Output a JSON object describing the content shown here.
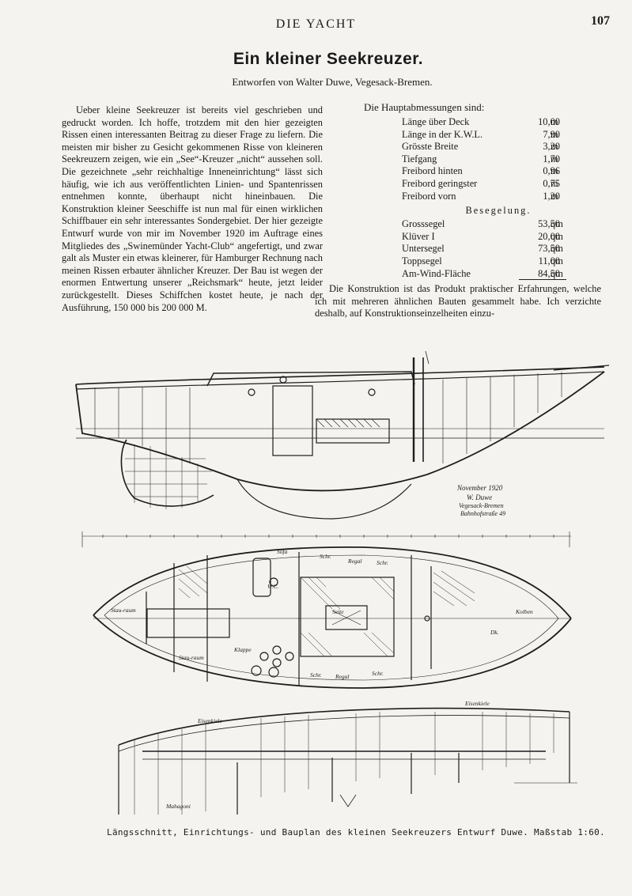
{
  "header": {
    "journal": "DIE YACHT",
    "page_number": "107"
  },
  "article": {
    "title": "Ein kleiner Seekreuzer.",
    "byline": "Entworfen von Walter Duwe, Vegesack-Bremen.",
    "intro": "Ueber kleine Seekreuzer ist bereits viel geschrieben und gedruckt worden. Ich hoffe, trotzdem mit den hier gezeigten Rissen einen interessanten Beitrag zu dieser Frage zu liefern. Die meisten mir bisher zu Gesicht gekommenen Risse von kleineren Seekreuzern zeigen, wie ein „See“-Kreuzer „nicht“ aussehen soll. Die gezeichnete „sehr reichhaltige Inneneinrichtung“ lässt sich häufig, wie ich aus veröffentlichten Linien- und Spantenrissen entnehmen konnte, überhaupt nicht hineinbauen. Die Konstruktion kleiner Seeschiffe ist nun mal für einen wirklichen Schiffbauer ein sehr interessantes Sondergebiet. Der hier gezeigte Entwurf wurde von mir im November 1920 im Auftrage eines Mitgliedes des „Swinemünder Yacht-Club“ angefertigt, und zwar galt als Muster ein etwas kleinerer, für Hamburger Rechnung nach meinen Rissen erbauter ähnlicher Kreuzer. Der Bau ist wegen der enormen Entwertung unserer „Reichsmark“ heute, jetzt leider zurückgestellt. Dieses Schiffchen kostet heute, je nach der Ausführung, 150 000 bis 200 000 M.",
    "dimensions_heading": "Die Hauptabmessungen sind:",
    "dimensions": [
      {
        "label": "Länge über Deck",
        "value": "10,00",
        "unit": "m"
      },
      {
        "label": "Länge in der K.W.L.",
        "value": "7,90",
        "unit": "m"
      },
      {
        "label": "Grösste Breite",
        "value": "3,20",
        "unit": "m"
      },
      {
        "label": "Tiefgang",
        "value": "1,70",
        "unit": "m"
      },
      {
        "label": "Freibord hinten",
        "value": "0,96",
        "unit": "m"
      },
      {
        "label": "Freibord geringster",
        "value": "0,75",
        "unit": "m"
      },
      {
        "label": "Freibord vorn",
        "value": "1,20",
        "unit": "m"
      }
    ],
    "sails_heading": "Besegelung.",
    "sails": [
      {
        "label": "Grosssegel",
        "value": "53,50",
        "unit": "qm"
      },
      {
        "label": "Klüver I",
        "value": "20,00",
        "unit": "qm"
      },
      {
        "label": "Untersegel",
        "value": "73,50",
        "unit": "qm"
      },
      {
        "label": "Toppsegel",
        "value": "11,00",
        "unit": "qm"
      }
    ],
    "sail_total": {
      "label": "Am-Wind-Fläche",
      "value": "84,50",
      "unit": "qm"
    },
    "closing": "Die Konstruktion ist das Produkt praktischer Erfahrungen, welche ich mit mehreren ähnlichen Bauten gesammelt habe. Ich verzichte deshalb, auf Konstruktionseinzelheiten einzu-"
  },
  "drawing": {
    "signature_lines": [
      "November 1920",
      "W. Duwe",
      "Vegesack-Bremen",
      "Bahnhofstraße 49"
    ],
    "plan_labels": {
      "stauraum": "Stau-raum",
      "sofa": "Sofa",
      "regal": "Regal",
      "schr": "Schr.",
      "wc": "W.C.",
      "klappe": "Klappe",
      "seite": "Seite",
      "dk": "Dk.",
      "kolben": "Kolben"
    },
    "section_labels": {
      "eisenkiele": "Eisenkiele",
      "mahagoni": "Mahagoni"
    }
  },
  "caption": "Längsschnitt, Einrichtungs- und Bauplan des kleinen Seekreuzers Entwurf Duwe. Maßstab 1:60."
}
